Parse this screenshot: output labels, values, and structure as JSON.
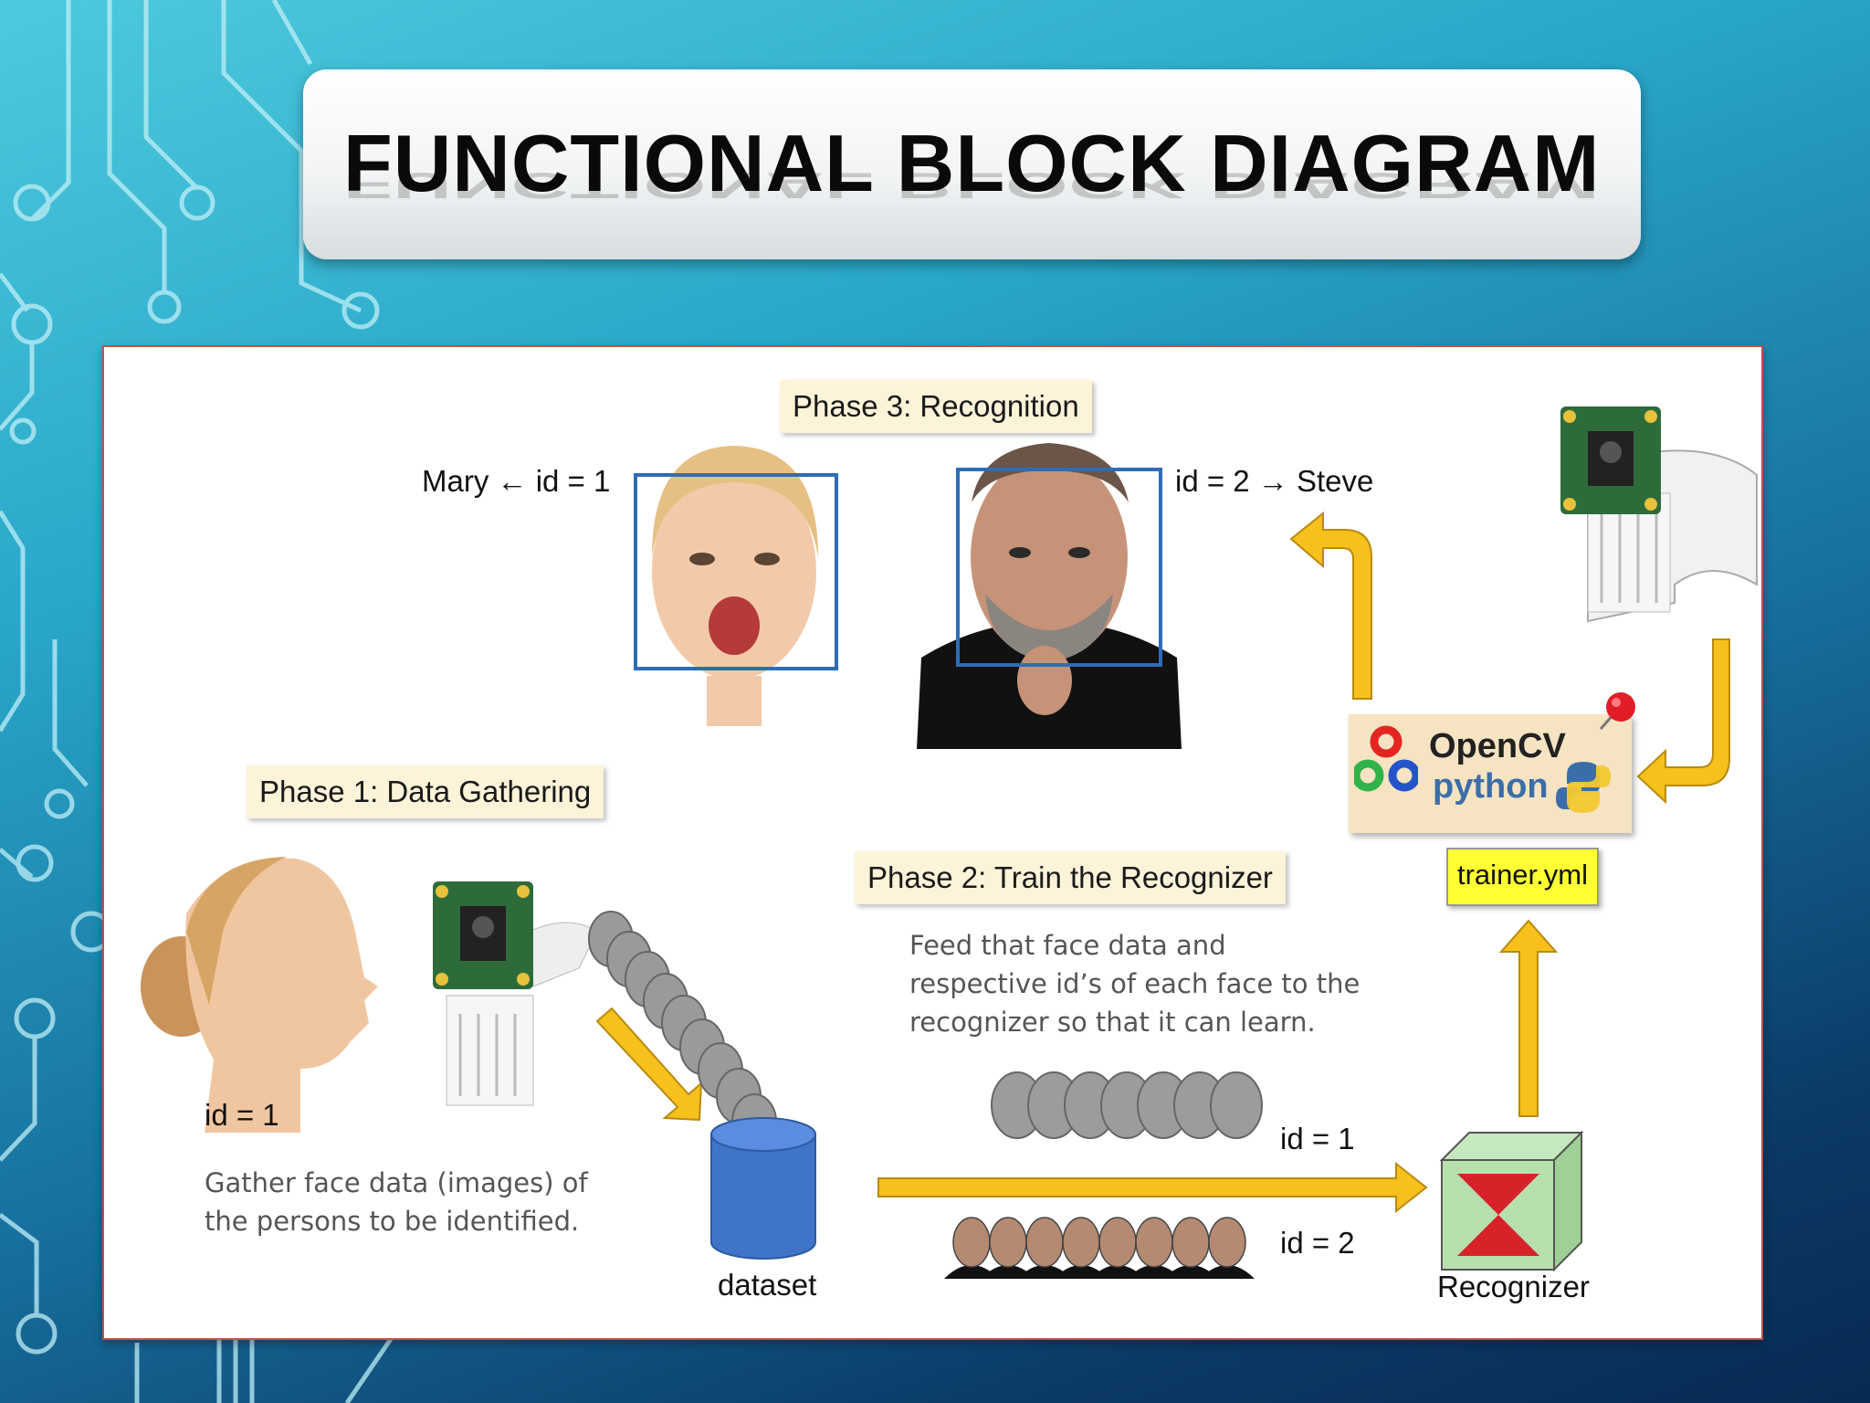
{
  "title": "FUNCTIONAL BLOCK DIAGRAM",
  "phase1": {
    "label": "Phase 1: Data Gathering",
    "person_id": "id = 1",
    "description_lines": [
      "Gather face data (images) of",
      "the persons to be identified."
    ],
    "dataset_label": "dataset"
  },
  "phase2": {
    "label": "Phase 2: Train the Recognizer",
    "description_lines": [
      "Feed that face data and",
      "respective id’s of each face to the",
      "recognizer so that it can learn."
    ],
    "id1_label": "id = 1",
    "id2_label": "id = 2",
    "recognizer_label": "Recognizer",
    "trainer_file": "trainer.yml"
  },
  "phase3": {
    "label": "Phase 3: Recognition",
    "left_name": "Mary",
    "left_id": "id = 1",
    "right_id": "id = 2",
    "right_name": "Steve"
  },
  "opencv": {
    "line1": "OpenCV",
    "line2": "python"
  },
  "colors": {
    "arrow_fill": "#f7c01c",
    "arrow_stroke": "#b88a10",
    "face_box": "#2e6db5",
    "dataset": "#3f74c9",
    "label_bg": "#fdf3d8",
    "diagram_border": "#c0504d"
  },
  "icons": [
    "camera-module-icon",
    "database-cylinder-icon",
    "recognizer-cube-icon",
    "opencv-logo-icon",
    "python-logo-icon",
    "pushpin-icon"
  ]
}
